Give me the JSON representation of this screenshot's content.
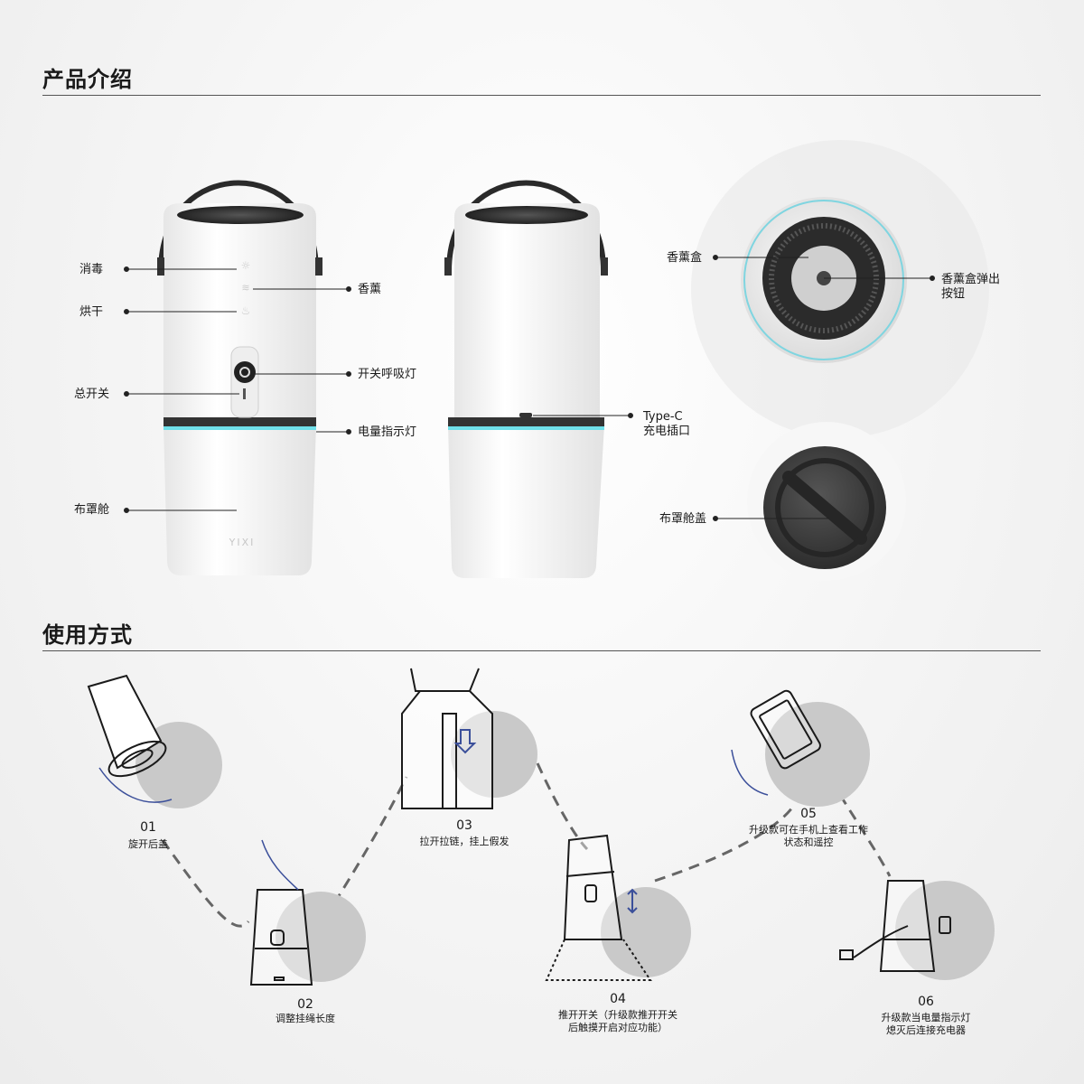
{
  "sections": {
    "intro_title": "产品介绍",
    "usage_title": "使用方式"
  },
  "product_labels": {
    "disinfect": "消毒",
    "dry": "烘干",
    "main_switch": "总开关",
    "cloth_chamber": "布罩舱",
    "aroma": "香薰",
    "breathing_light": "开关呼吸灯",
    "battery_indicator": "电量指示灯",
    "typec_line1": "Type-C",
    "typec_line2": "充电插口",
    "aroma_box": "香薰盒",
    "aroma_eject_line1": "香薰盒弹出",
    "aroma_eject_line2": "按钮",
    "chamber_cover": "布罩舱盖",
    "brand": "YIXI"
  },
  "steps": [
    {
      "num": "01",
      "caption": "旋开后盖"
    },
    {
      "num": "02",
      "caption": "调整挂绳长度"
    },
    {
      "num": "03",
      "caption": "拉开拉链，挂上假发"
    },
    {
      "num": "04",
      "caption_line1": "推开开关（升级款推开开关",
      "caption_line2": "后触摸开启对应功能）"
    },
    {
      "num": "05",
      "caption_line1": "升级款可在手机上查看工作",
      "caption_line2": "状态和遥控"
    },
    {
      "num": "06",
      "caption_line1": "升级款当电量指示灯",
      "caption_line2": "熄灭后连接充电器"
    }
  ]
}
